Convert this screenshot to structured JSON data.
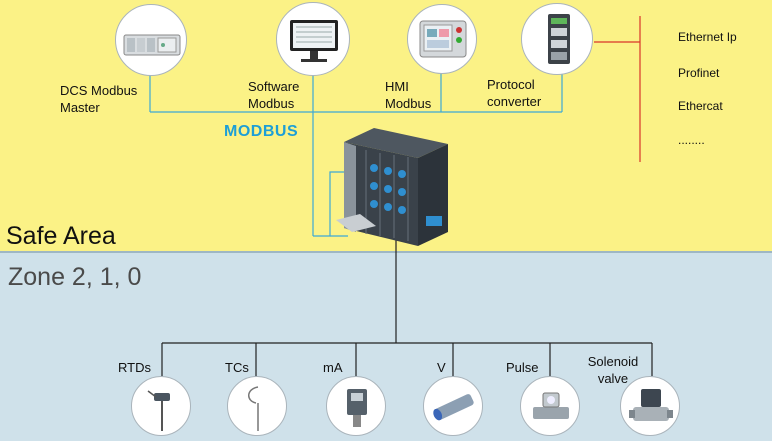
{
  "zones": {
    "safe_area": "Safe Area",
    "hazardous_area": "Zone 2, 1, 0"
  },
  "bus_label": "MODBUS",
  "masters": [
    {
      "id": "dcs",
      "line1": "DCS Modbus",
      "line2": "Master",
      "icon": "dcs-controller-icon"
    },
    {
      "id": "software",
      "line1": "Software",
      "line2": "Modbus",
      "icon": "monitor-icon"
    },
    {
      "id": "hmi",
      "line1": "HMI",
      "line2": "Modbus",
      "icon": "hmi-panel-icon"
    },
    {
      "id": "protocol",
      "line1": "Protocol",
      "line2": "converter",
      "icon": "protocol-converter-icon"
    }
  ],
  "protocols": [
    "Ethernet Ip",
    "Profinet",
    "Ethercat",
    "........"
  ],
  "field_devices": [
    {
      "id": "rtds",
      "label": "RTDs",
      "icon": "rtd-sensor-icon"
    },
    {
      "id": "tcs",
      "label": "TCs",
      "icon": "thermocouple-icon"
    },
    {
      "id": "ma",
      "label": "mA",
      "icon": "pressure-transmitter-icon"
    },
    {
      "id": "v",
      "label": "V",
      "icon": "proximity-sensor-icon"
    },
    {
      "id": "pulse",
      "label": "Pulse",
      "icon": "flow-meter-icon"
    },
    {
      "id": "solenoid",
      "line1": "Solenoid",
      "line2": "valve",
      "icon": "solenoid-valve-icon"
    }
  ],
  "colors": {
    "safe_area": "#fbf286",
    "hazardous_area": "#cfe1ea",
    "modbus_line": "#3da9d6",
    "protocol_line": "#d9362b",
    "field_line": "#222222",
    "modbus_text": "#1d9fd6"
  }
}
